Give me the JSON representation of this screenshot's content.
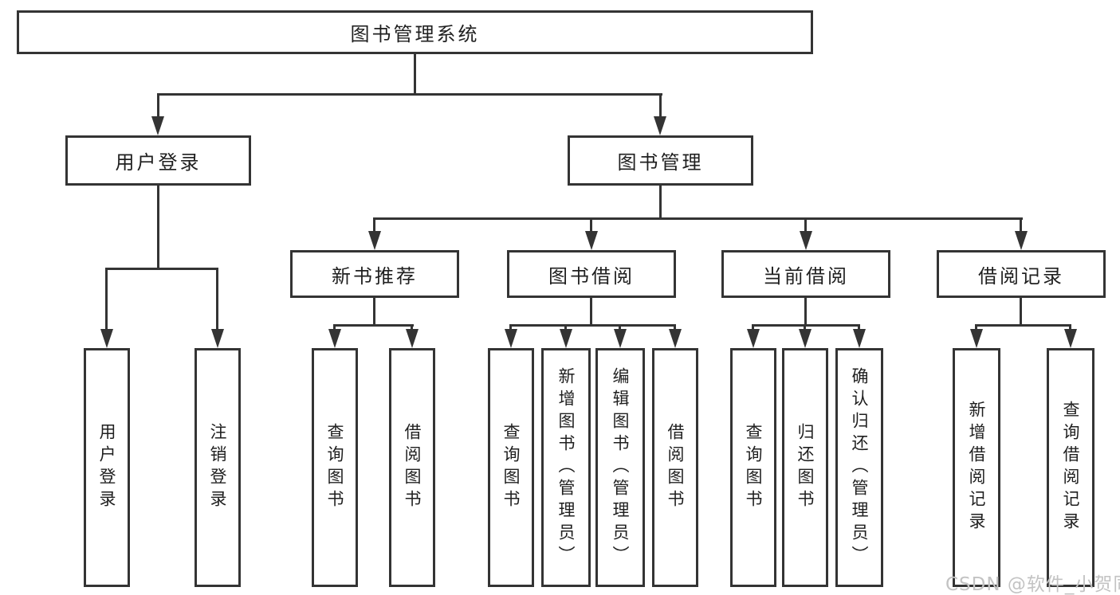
{
  "root": {
    "label": "图书管理系统"
  },
  "user_login": {
    "label": "用户登录",
    "children": [
      "用户登录",
      "注销登录"
    ]
  },
  "book_mgmt": {
    "label": "图书管理",
    "groups": [
      {
        "label": "新书推荐",
        "children": [
          "查询图书",
          "借阅图书"
        ]
      },
      {
        "label": "图书借阅",
        "children": [
          "查询图书",
          "新增图书（管理员）",
          "编辑图书（管理员）",
          "借阅图书"
        ]
      },
      {
        "label": "当前借阅",
        "children": [
          "查询图书",
          "归还图书",
          "确认归还（管理员）"
        ]
      },
      {
        "label": "借阅记录",
        "children": [
          "新增借阅记录",
          "查询借阅记录"
        ]
      }
    ]
  },
  "watermark": "CSDN @软件_小贺同学",
  "colors": {
    "line": "#343434",
    "box_border": "#343434",
    "text": "#1f1f1f",
    "watermark": "#c3c3c3",
    "background": "#ffffff"
  }
}
